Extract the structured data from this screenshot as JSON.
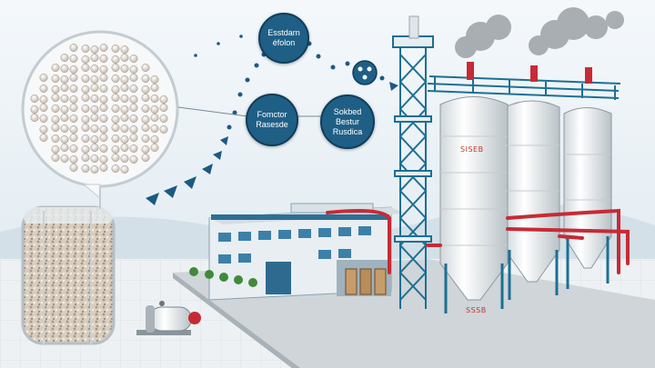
{
  "bubbles": {
    "top": "Esstdarn\néfolon",
    "middle": "Fomctor\nRasesde",
    "right": "Sokbed\nBestur\nRusdica"
  },
  "tank_labels": {
    "first": "SISEB",
    "second": "SSSB"
  },
  "colors": {
    "sky": "#e9f1f6",
    "ground": "#eceff1",
    "steel": "#1d6f93",
    "pipe_red": "#c62b35",
    "silo": "#f4f6f7",
    "bubble": "#1f5f86",
    "arrow": "#1b5a83"
  }
}
